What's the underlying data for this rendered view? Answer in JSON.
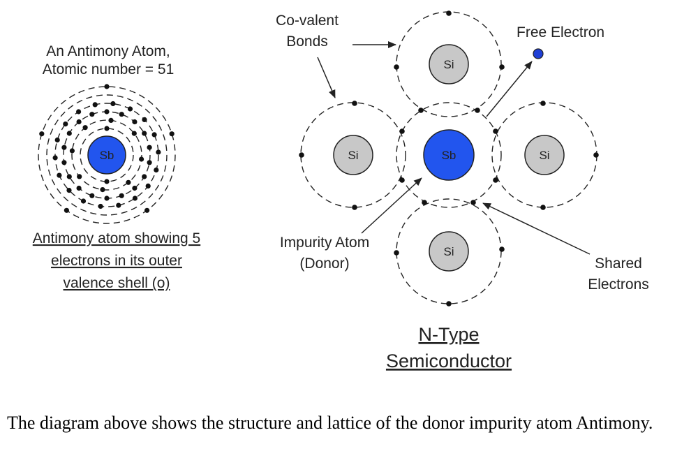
{
  "colors": {
    "sb_fill": "#2255ee",
    "si_fill": "#c8c8c8",
    "free_electron": "#1f3fd6",
    "ink": "#222222"
  },
  "left_atom": {
    "heading_line1": "An Antimony Atom,",
    "heading_line2": "Atomic number = 51",
    "nucleus_symbol": "Sb",
    "caption_line1": "Antimony atom showing 5",
    "caption_line2": "electrons in its outer",
    "caption_line3": "valence shell (o)"
  },
  "lattice": {
    "center_symbol": "Sb",
    "neighbor_symbol_top": "Si",
    "neighbor_symbol_left": "Si",
    "neighbor_symbol_right": "Si",
    "neighbor_symbol_bottom": "Si",
    "label_covalent_line1": "Co-valent",
    "label_covalent_line2": "Bonds",
    "label_free_electron": "Free Electron",
    "label_impurity_line1": "Impurity Atom",
    "label_impurity_line2": "(Donor)",
    "label_shared_line1": "Shared",
    "label_shared_line2": "Electrons",
    "title_line1": "N-Type",
    "title_line2": "Semiconductor"
  },
  "caption": "The diagram above shows the structure and lattice of the donor impurity atom Antimony."
}
